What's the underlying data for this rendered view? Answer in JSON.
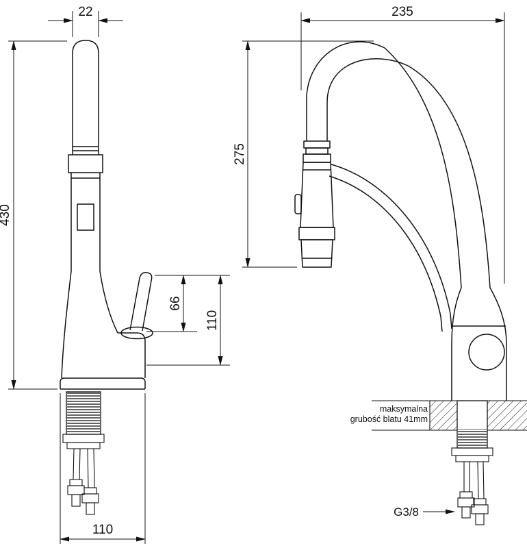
{
  "drawing": {
    "left_view": {
      "dim_spout_width": "22",
      "dim_total_height": "430",
      "dim_handle_height": "66",
      "dim_upper_height": "110",
      "dim_base_width": "110"
    },
    "right_view": {
      "dim_reach": "235",
      "dim_spout_height": "275",
      "note_line1": "maksymalna",
      "note_line2": "grubość blatu 41mm",
      "thread_label": "G3/8"
    }
  }
}
